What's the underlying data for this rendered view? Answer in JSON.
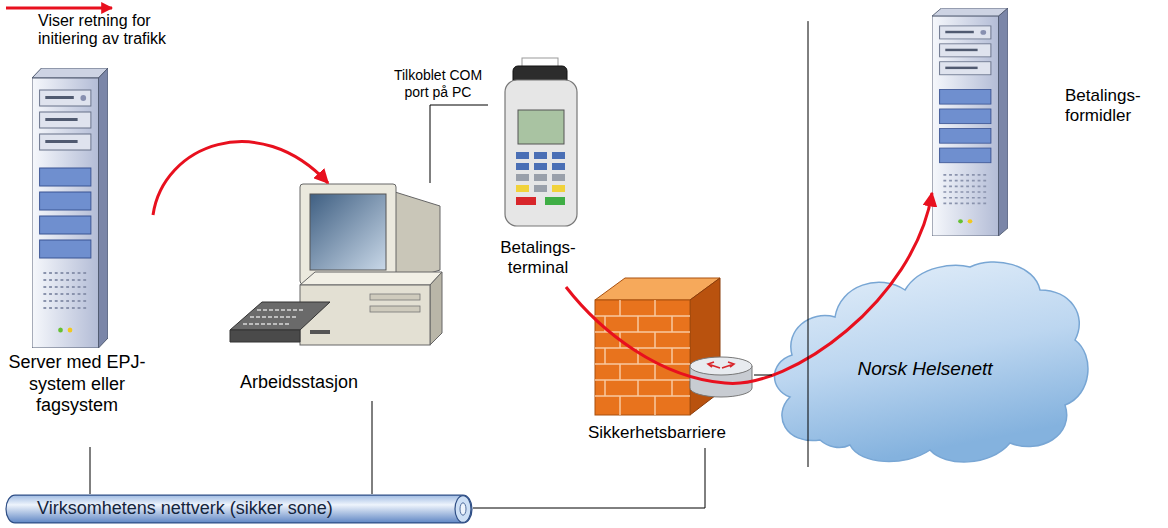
{
  "diagram": {
    "nodes": [
      {
        "text": [
          "Server med EPJ- system eller fagsystem"
        ]
      },
      {
        "text": [
          "Arbeidsstasjon"
        ]
      },
      {
        "text": [
          "Betalings- terminal"
        ]
      },
      {
        "text": [
          "Sikkerhetsbarriere"
        ]
      },
      {
        "text": [
          "Norsk Helsenett"
        ]
      },
      {
        "text": [
          "Betalings- formidler"
        ]
      },
      {
        "text": [
          "Virksomhetens nettverk (sikker sone)"
        ]
      }
    ],
    "edges": [
      {
        "from": 0,
        "to": 1,
        "arrow": "to"
      },
      {
        "from": 2,
        "to": 5,
        "arrow": "to"
      },
      {
        "from": 1,
        "to": 2,
        "label": "Tilkoblet COM port på PC",
        "arrow": "none"
      },
      {
        "from": 0,
        "to": 6,
        "arrow": "none"
      },
      {
        "from": 1,
        "to": 6,
        "arrow": "none"
      },
      {
        "from": 3,
        "to": 6,
        "arrow": "none"
      },
      {
        "from": 3,
        "to": 4,
        "arrow": "none"
      },
      {
        "from": 4,
        "to": 5,
        "arrow": "none"
      }
    ],
    "legend": [
      {
        "text": "Viser retning for initiering av trafikk"
      }
    ]
  }
}
